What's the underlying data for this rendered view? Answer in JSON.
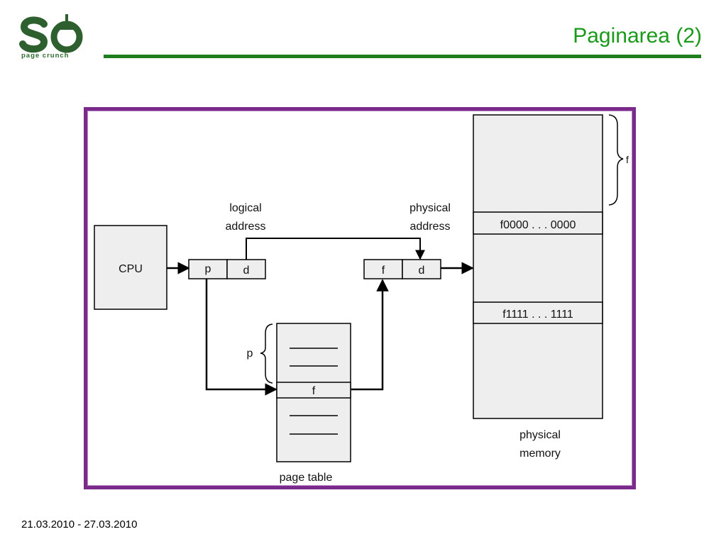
{
  "header": {
    "logo_letters": "so",
    "logo_tagline": "page crunch",
    "title": "Paginarea (2)"
  },
  "diagram": {
    "cpu_label": "CPU",
    "logical_address_line1": "logical",
    "logical_address_line2": "address",
    "logical_p": "p",
    "logical_d": "d",
    "physical_address_line1": "physical",
    "physical_address_line2": "address",
    "physical_f": "f",
    "physical_d": "d",
    "page_table_brace_label": "p",
    "page_table_entry": "f",
    "page_table_label": "page table",
    "frame_brace_label": "f",
    "frame_start": "f0000 . . . 0000",
    "frame_end": "f1111 . . . 1111",
    "memory_label_line1": "physical",
    "memory_label_line2": "memory"
  },
  "footer": {
    "date_range": "21.03.2010 - 27.03.2010"
  },
  "colors": {
    "title_green": "#1a9a1a",
    "rule_green": "#1f7f1f",
    "frame_purple": "#7a2a8a",
    "box_fill": "#eeeeee"
  }
}
